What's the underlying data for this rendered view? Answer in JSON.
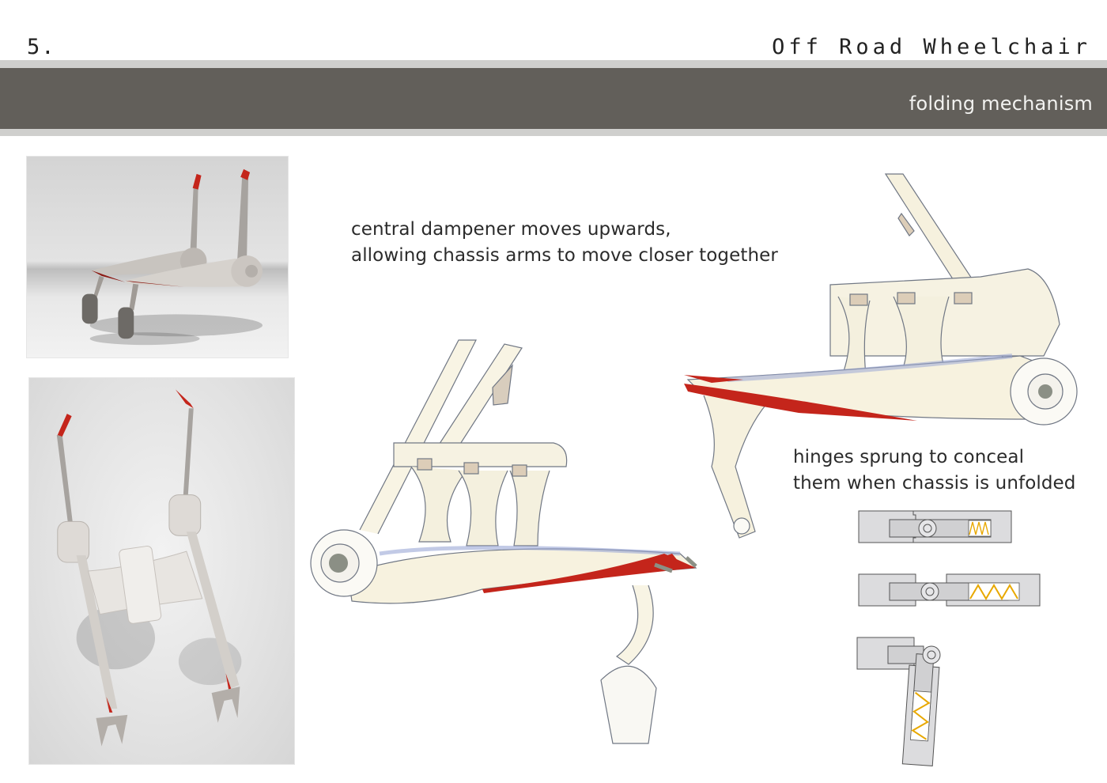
{
  "header": {
    "page_number": "5.",
    "project_title": "Off Road Wheelchair",
    "section_title": "folding mechanism"
  },
  "annotations": {
    "dampener": {
      "lines": [
        "central dampener moves upwards,",
        "allowing chassis arms to move closer together"
      ]
    },
    "hinges": {
      "lines": [
        "hinges sprung to conceal",
        "them when chassis is unfolded"
      ]
    }
  },
  "figures": {
    "render_side": "3D render of folded wheelchair chassis, side perspective",
    "render_top": "3D render of unfolded wheelchair chassis, top perspective",
    "sketch_center": "marker sketch of chassis arm with central dampener",
    "sketch_right": "marker sketch of folding chassis side view",
    "hinge_states": [
      "closed",
      "extended",
      "folded"
    ]
  },
  "colors": {
    "band_dark": "#625f5a",
    "band_light": "#cfcfcd",
    "accent_red": "#c4251b",
    "spring_yellow": "#e8a800",
    "hinge_grey": "#dcdcde"
  }
}
